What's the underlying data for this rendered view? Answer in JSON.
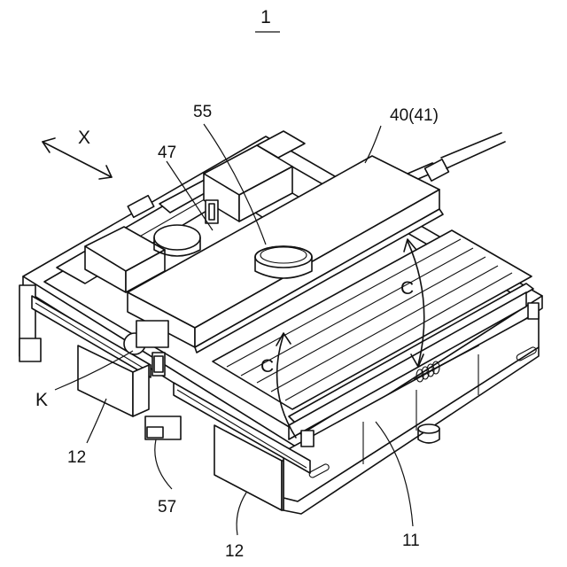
{
  "figure": {
    "number": "1",
    "labels": {
      "lbl_55": "55",
      "lbl_40": "40(41)",
      "lbl_47": "47",
      "lbl_x": "X",
      "lbl_c_right": "C",
      "lbl_c_left": "C",
      "lbl_k": "K",
      "lbl_12_left": "12",
      "lbl_57": "57",
      "lbl_12_bottom": "12",
      "lbl_11": "11"
    }
  }
}
